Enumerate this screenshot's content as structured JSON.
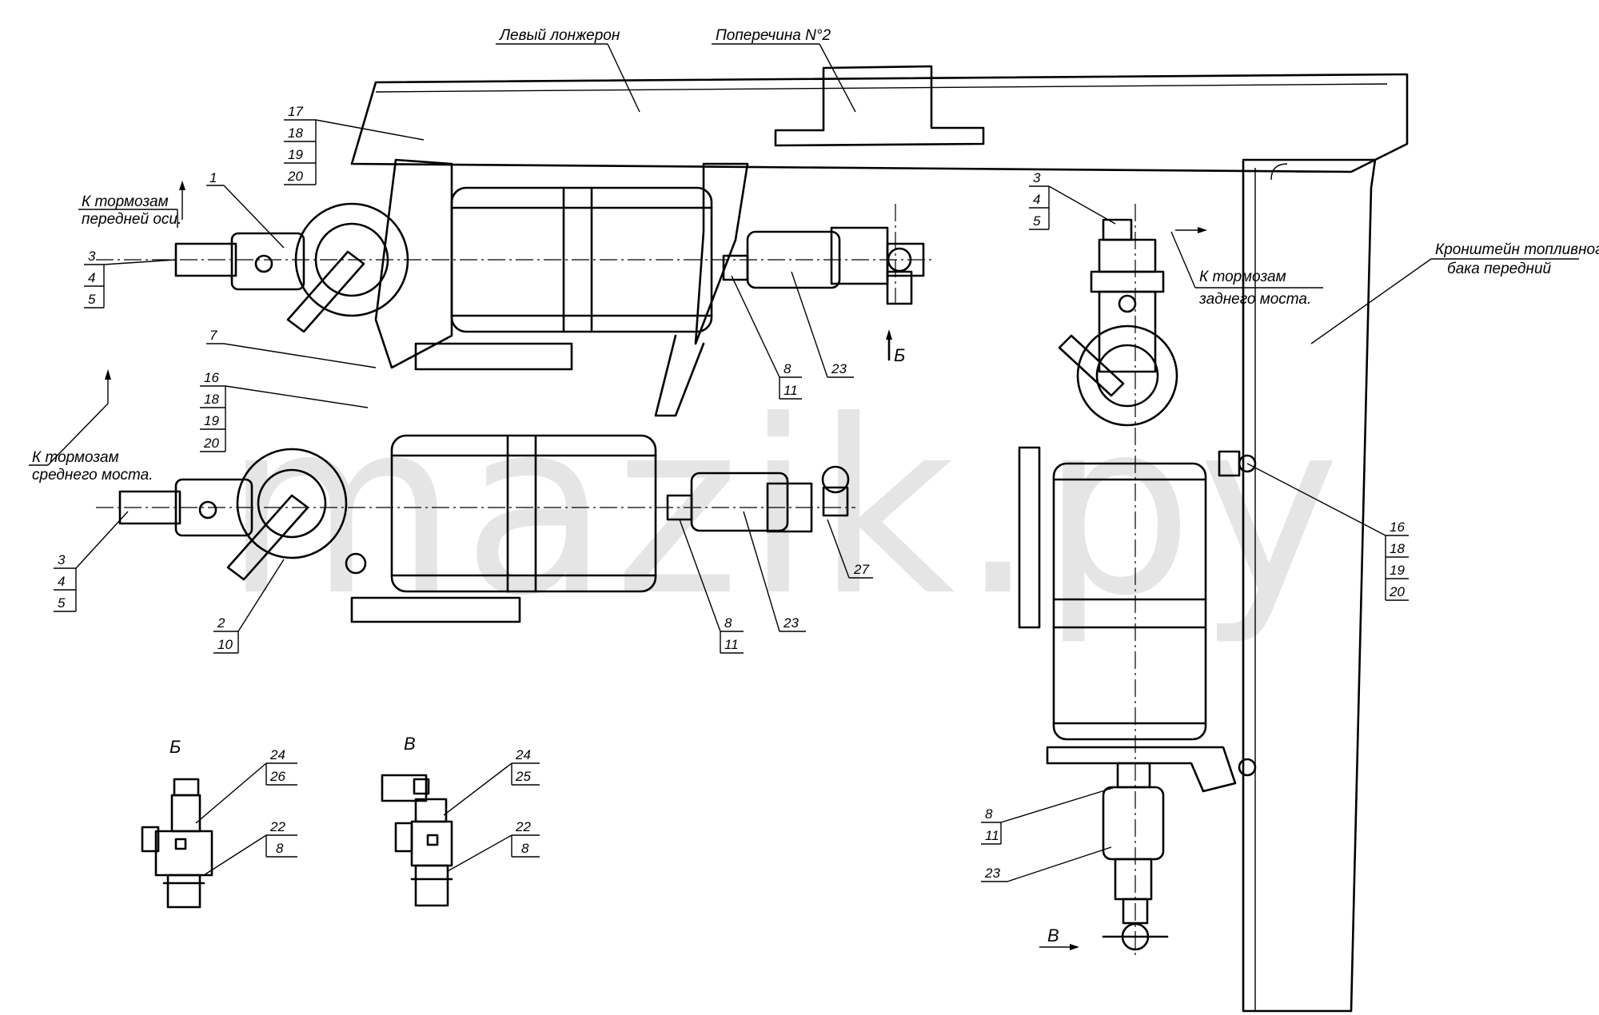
{
  "labels": {
    "left_spar": "Левый лонжерон",
    "crossbar": "Поперечина N°2",
    "front_axle_1": "К тормозам",
    "front_axle_2": "передней оси.",
    "middle_axle_1": "К тормозам",
    "middle_axle_2": "среднего моста.",
    "rear_axle_1": "К тормозам",
    "rear_axle_2": "заднего моста.",
    "bracket_1": "Кронштейн топливного",
    "bracket_2": "бака передний"
  },
  "views": {
    "b": "Б",
    "v": "В"
  },
  "callouts": {
    "c17": [
      "17",
      "18",
      "19",
      "20"
    ],
    "c1": [
      "1"
    ],
    "c3a": [
      "3",
      "4",
      "5"
    ],
    "c7": [
      "7"
    ],
    "c16a": [
      "16",
      "18",
      "19",
      "20"
    ],
    "c3b": [
      "3",
      "4",
      "5"
    ],
    "c2": [
      "2",
      "10"
    ],
    "c8a": [
      "8",
      "11"
    ],
    "c23a": [
      "23"
    ],
    "c8b": [
      "8",
      "11"
    ],
    "c23b": [
      "23"
    ],
    "c27": [
      "27"
    ],
    "c3c": [
      "3",
      "4",
      "5"
    ],
    "c16b": [
      "16",
      "18",
      "19",
      "20"
    ],
    "c8c": [
      "8",
      "11"
    ],
    "c23c": [
      "23"
    ],
    "cB24": [
      "24",
      "26"
    ],
    "cB22": [
      "22",
      "8"
    ],
    "cV24": [
      "24",
      "25"
    ],
    "cV22": [
      "22",
      "8"
    ]
  },
  "watermark": "mazik.ру",
  "colors": {
    "ink": "#000000",
    "paper": "#ffffff"
  }
}
